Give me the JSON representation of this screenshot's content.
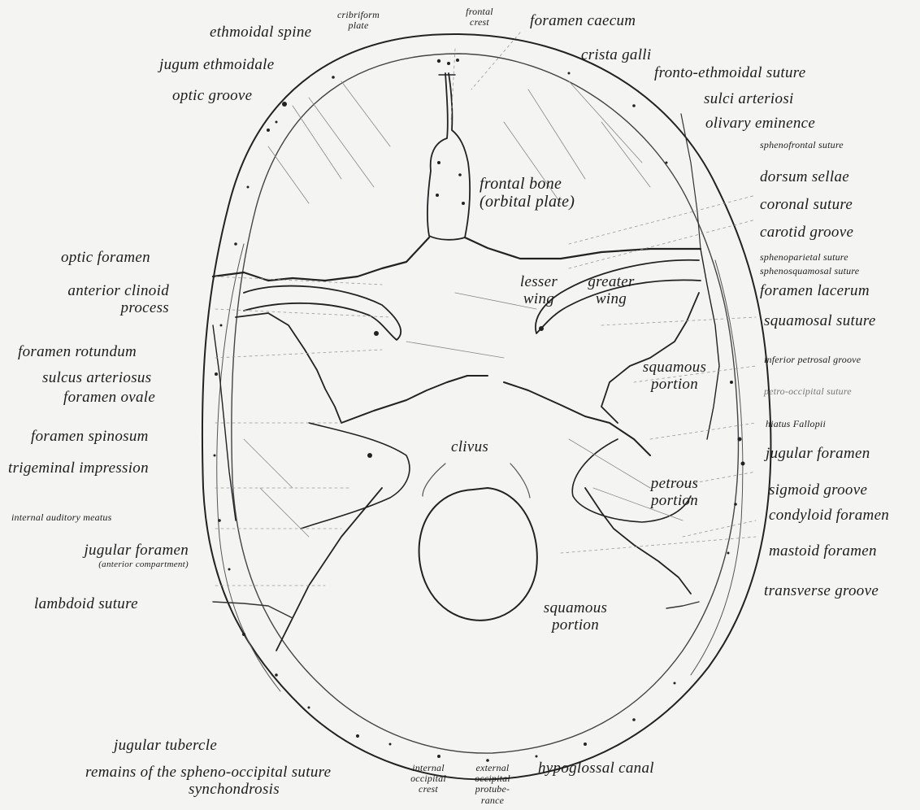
{
  "labels": {
    "ethmoidal_spine": "ethmoidal spine",
    "cribriform_plate_1": "cribriform",
    "cribriform_plate_2": "plate",
    "frontal_crest_1": "frontal",
    "frontal_crest_2": "crest",
    "foramen_caecum": "foramen caecum",
    "jugum_ethmoidale": "jugum ethmoidale",
    "crista_galli": "crista galli",
    "fronto_ethmoidal_suture": "fronto-ethmoidal suture",
    "optic_groove": "optic groove",
    "sulci_arteriosi": "sulci arteriosi",
    "olivary_eminence": "olivary eminence",
    "sphenofrontal_suture": "sphenofrontal suture",
    "frontal_bone_1": "frontal bone",
    "frontal_bone_2": "(orbital plate)",
    "dorsum_sellae": "dorsum sellae",
    "coronal_suture": "coronal suture",
    "carotid_groove": "carotid groove",
    "optic_foramen": "optic foramen",
    "sphenoparietal_suture": "sphenoparietal suture",
    "sphenosquamosal_suture": "sphenosquamosal suture",
    "anterior_clinoid_1": "anterior clinoid",
    "anterior_clinoid_2": "process",
    "lesser_wing_1": "lesser",
    "lesser_wing_2": "wing",
    "greater_wing_1": "greater",
    "greater_wing_2": "wing",
    "foramen_lacerum": "foramen lacerum",
    "squamosal_suture": "squamosal suture",
    "foramen_rotundum": "foramen rotundum",
    "inferior_petrosal_groove": "inferior petrosal groove",
    "sulcus_arteriosus": "sulcus arteriosus",
    "squamous_portion_right_1": "squamous",
    "squamous_portion_right_2": "portion",
    "foramen_ovale": "foramen ovale",
    "petro_occipital_suture": "petro-occipital suture",
    "foramen_spinosum": "foramen spinosum",
    "hiatus_fallopii": "hiatus Fallopii",
    "clivus": "clivus",
    "jugular_foramen_right": "jugular foramen",
    "trigeminal_impression": "trigeminal impression",
    "petrous_portion_1": "petrous",
    "petrous_portion_2": "portion",
    "sigmoid_groove": "sigmoid groove",
    "internal_auditory_meatus": "internal auditory meatus",
    "condyloid_foramen": "condyloid foramen",
    "jugular_foramen_left_1": "jugular foramen",
    "jugular_foramen_left_2": "(anterior compartment)",
    "mastoid_foramen": "mastoid foramen",
    "lambdoid_suture": "lambdoid suture",
    "transverse_groove": "transverse groove",
    "squamous_portion_occ_1": "squamous",
    "squamous_portion_occ_2": "portion",
    "jugular_tubercle": "jugular tubercle",
    "remains_spheno_occipital": "remains of the spheno-occipital suture",
    "synchondrosis": "synchondrosis",
    "internal_occipital_1": "internal",
    "internal_occipital_2": "occipital",
    "internal_occipital_3": "crest",
    "external_occipital_1": "external",
    "external_occipital_2": "occipital",
    "external_occipital_3": "protube-",
    "external_occipital_4": "rance",
    "hypoglossal_canal": "hypoglossal canal"
  }
}
